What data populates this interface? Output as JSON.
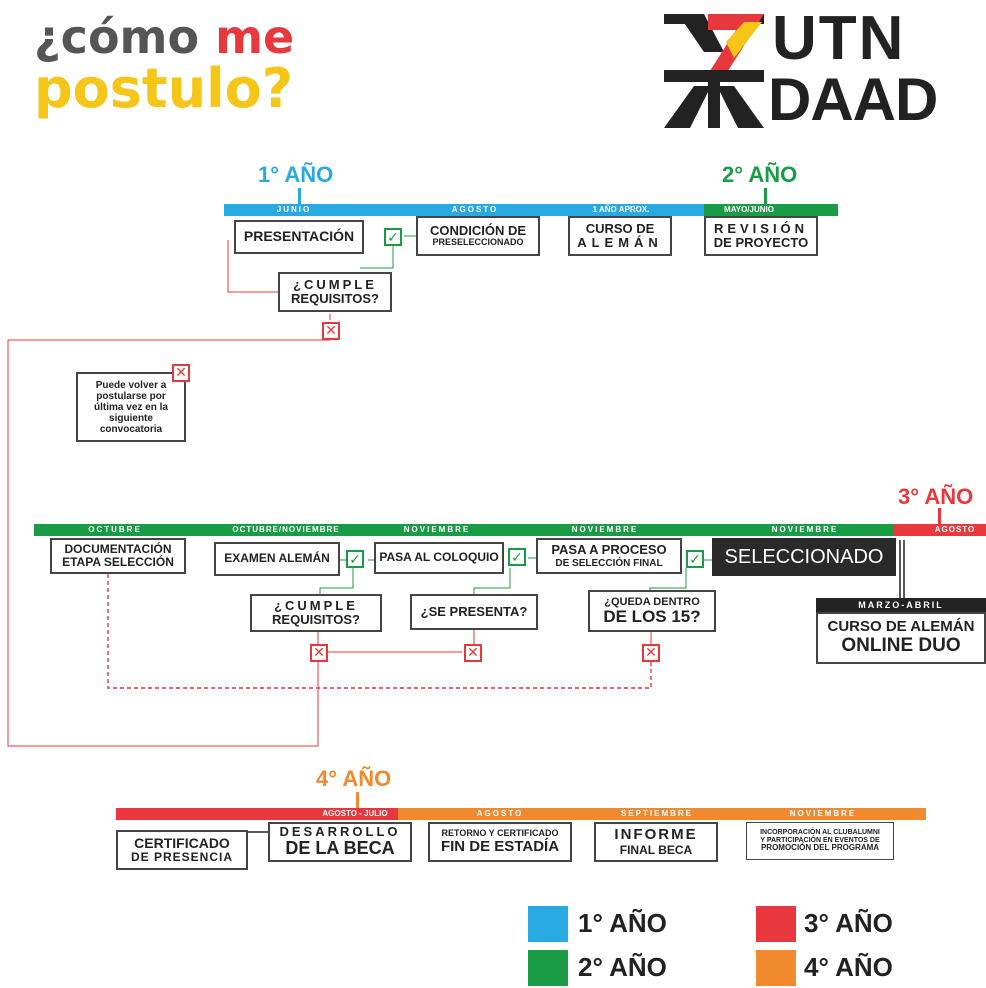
{
  "header": {
    "title_line1_a": "¿cómo",
    "title_line1_b": "me",
    "title_line2": "postulo?",
    "logo_text_top": "UTN",
    "logo_text_bottom": "DAAD"
  },
  "colors": {
    "year1": "#29a9e1",
    "year2": "#1a9b46",
    "year3": "#e8373d",
    "year4": "#f18a2f",
    "title_dark": "#555555",
    "title_accent": "#e8373d",
    "title_yellow": "#f5c518"
  },
  "row1": {
    "year_label_1": "1° AÑO",
    "year_label_2": "2° AÑO",
    "bar_junio": "JUNIO",
    "bar_agosto": "AGOSTO",
    "bar_1anio": "1 AÑO APROX.",
    "bar_mayo": "MAYO/JUNIO",
    "presentacion": "PRESENTACIÓN",
    "condicion_1": "CONDICIÓN DE",
    "condicion_2": "PRESELECCIONADO",
    "curso_1": "CURSO DE",
    "curso_2": "ALEMÁN",
    "revision_1": "REVISIÓN",
    "revision_2": "DE PROYECTO",
    "cumple_1": "¿CUMPLE",
    "cumple_2": "REQUISITOS?"
  },
  "note": {
    "line1": "Puede volver a",
    "line2": "postularse por",
    "line3": "última vez en la",
    "line4": "siguiente",
    "line5": "convocatoria"
  },
  "row2": {
    "year_label_3": "3° AÑO",
    "bar_octubre": "OCTUBRE",
    "bar_oct_nov": "OCTUBRE/NOVIEMBRE",
    "bar_nov1": "NOVIEMBRE",
    "bar_nov2": "NOVIEMBRE",
    "bar_nov3": "NOVIEMBRE",
    "bar_agosto": "AGOSTO",
    "documentacion_1": "DOCUMENTACIÓN",
    "documentacion_2": "ETAPA SELECCIÓN",
    "examen": "EXAMEN ALEMÁN",
    "coloquio": "PASA AL COLOQUIO",
    "pasa_proceso_1": "PASA A PROCESO",
    "pasa_proceso_2": "DE SELECCIÓN FINAL",
    "seleccionado": "SELECCIONADO",
    "cumple_1": "¿CUMPLE",
    "cumple_2": "REQUISITOS?",
    "se_presenta": "¿SE PRESENTA?",
    "queda_1": "¿QUEDA DENTRO",
    "queda_2": "DE LOS 15?",
    "marzo_abril": "MARZO-ABRIL",
    "curso_online_1": "CURSO DE ALEMÁN",
    "curso_online_2": "ONLINE DUO"
  },
  "row3": {
    "year_label_4": "4° AÑO",
    "bar_agosto_julio": "AGOSTO - JULIO",
    "bar_agosto": "AGOSTO",
    "bar_septiembre": "SEPTIEMBRE",
    "bar_noviembre": "NOVIEMBRE",
    "certificado_1": "CERTIFICADO",
    "certificado_2": "DE PRESENCIA",
    "desarrollo_1": "DESARROLLO",
    "desarrollo_2": "DE LA BECA",
    "retorno_1": "RETORNO Y CERTIFICADO",
    "retorno_2": "FIN DE ESTADÍA",
    "informe_1": "INFORME",
    "informe_2": "FINAL BECA",
    "incorporacion_1": "INCORPORACIÓN AL CLUBALUMNI",
    "incorporacion_2": "Y PARTICIPACIÓN EN EVENTOS DE",
    "incorporacion_3": "PROMOCIÓN DEL PROGRAMA"
  },
  "legend": {
    "items": [
      {
        "label": "1° AÑO",
        "color": "#29a9e1"
      },
      {
        "label": "3° AÑO",
        "color": "#e8373d"
      },
      {
        "label": "2° AÑO",
        "color": "#1a9b46"
      },
      {
        "label": "4° AÑO",
        "color": "#f18a2f"
      }
    ]
  },
  "icons": {
    "check": "✓",
    "cross": "✕"
  }
}
